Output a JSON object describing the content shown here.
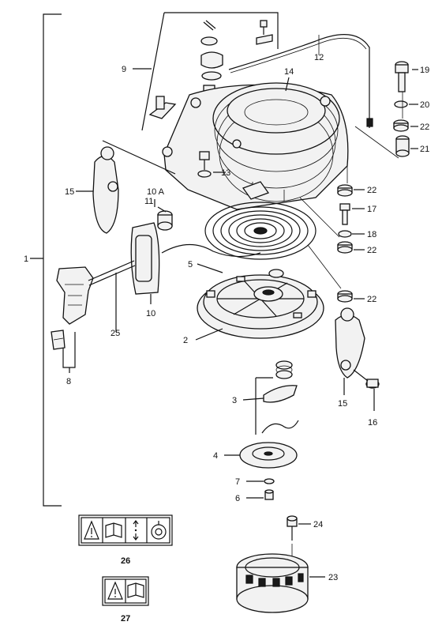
{
  "labels": {
    "l1": "1",
    "l2": "2",
    "l3": "3",
    "l4": "4",
    "l5": "5",
    "l6": "6",
    "l7": "7",
    "l8": "8",
    "l9": "9",
    "l10": "10",
    "l10a": "10 A",
    "l11": "11",
    "l12": "12",
    "l13": "13",
    "l14": "14",
    "l15a": "15",
    "l15b": "15",
    "l16": "16",
    "l17": "17",
    "l18": "18",
    "l19": "19",
    "l20": "20",
    "l21": "21",
    "l22a": "22",
    "l22b": "22",
    "l22c": "22",
    "l22d": "22",
    "l23": "23",
    "l24": "24",
    "l25": "25",
    "l26": "26",
    "l27": "27"
  },
  "icons": [
    "warning-triangle-icon",
    "manual-book-icon",
    "pull-direction-icon",
    "rotation-icon"
  ]
}
